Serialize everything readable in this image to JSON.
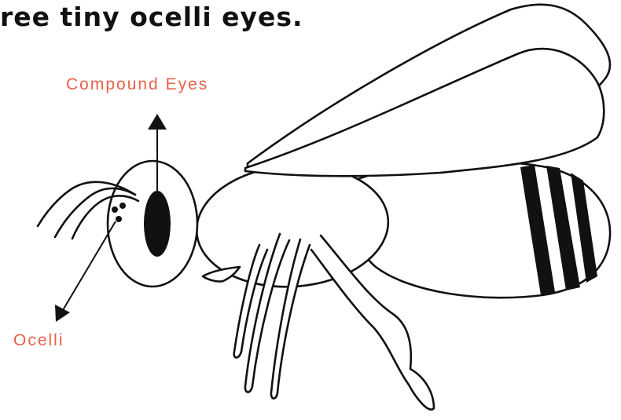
{
  "headline": "ree tiny ocelli eyes.",
  "labels": {
    "compound_eyes": "Compound Eyes",
    "ocelli": "Ocelli"
  },
  "colors": {
    "label": "#e8604a",
    "outline": "#111111",
    "fill": "#ffffff"
  }
}
